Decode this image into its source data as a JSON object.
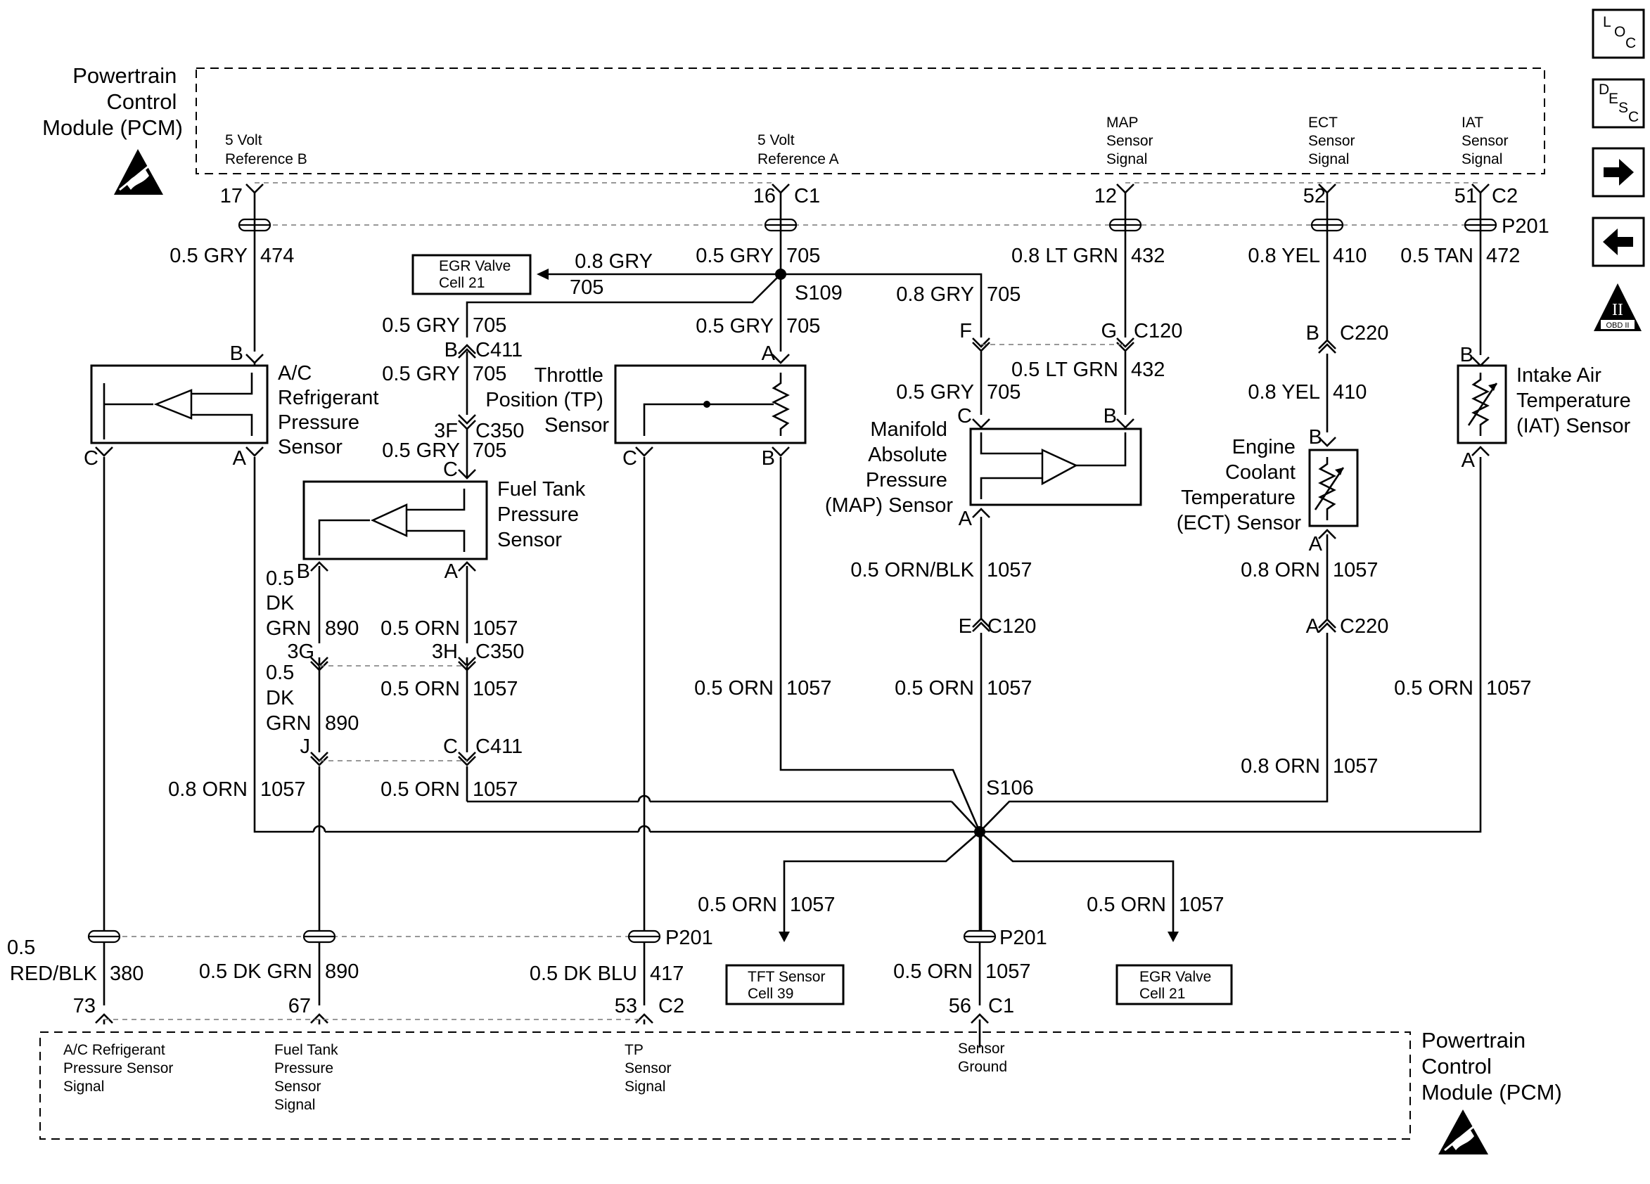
{
  "pcm_top": {
    "title": [
      "Powertrain",
      "Control",
      "Module (PCM)"
    ],
    "pins": [
      {
        "l1": "5 Volt",
        "l2": "Reference B",
        "l3": ""
      },
      {
        "l1": "5 Volt",
        "l2": "Reference A",
        "l3": ""
      },
      {
        "l1": "MAP",
        "l2": "Sensor",
        "l3": "Signal"
      },
      {
        "l1": "ECT",
        "l2": "Sensor",
        "l3": "Signal"
      },
      {
        "l1": "IAT",
        "l2": "Sensor",
        "l3": "Signal"
      }
    ],
    "pin_numbers": [
      "17",
      "16",
      "12",
      "52",
      "51"
    ],
    "connectors": [
      "C1",
      "C2"
    ]
  },
  "pcm_bottom": {
    "title": [
      "Powertrain",
      "Control",
      "Module (PCM)"
    ],
    "pins": [
      {
        "l1": "A/C Refrigerant",
        "l2": "Pressure Sensor",
        "l3": "Signal",
        "l4": ""
      },
      {
        "l1": "Fuel Tank",
        "l2": "Pressure",
        "l3": "Sensor",
        "l4": "Signal"
      },
      {
        "l1": "TP",
        "l2": "Sensor",
        "l3": "Signal",
        "l4": ""
      },
      {
        "l1": "Sensor",
        "l2": "Ground",
        "l3": "",
        "l4": ""
      }
    ],
    "pin_numbers": [
      "73",
      "67",
      "53",
      "56"
    ],
    "connectors": [
      "C2",
      "C1"
    ]
  },
  "components": {
    "ac": [
      "A/C",
      "Refrigerant",
      "Pressure",
      "Sensor"
    ],
    "tp": [
      "Throttle",
      "Position (TP)",
      "Sensor"
    ],
    "fuel": [
      "Fuel Tank",
      "Pressure",
      "Sensor"
    ],
    "map": [
      "Manifold",
      "Absolute",
      "Pressure",
      "(MAP) Sensor"
    ],
    "ect": [
      "Engine",
      "Coolant",
      "Temperature",
      "(ECT) Sensor"
    ],
    "iat": [
      "Intake Air",
      "Temperature",
      "(IAT) Sensor"
    ]
  },
  "refs": {
    "egr_top": [
      "EGR Valve",
      "Cell 21"
    ],
    "tft": [
      "TFT Sensor",
      "Cell 39"
    ],
    "egr_bottom": [
      "EGR Valve",
      "Cell 21"
    ]
  },
  "wires": {
    "w474": [
      "0.5 GRY",
      "474"
    ],
    "w705_pcm": [
      "0.5 GRY",
      "705"
    ],
    "w705_egr": [
      "0.8 GRY",
      "705"
    ],
    "w705_f": [
      "0.8 GRY",
      "705"
    ],
    "w705_tp": [
      "0.5 GRY",
      "705"
    ],
    "w705_c411": [
      "0.5 GRY",
      "705"
    ],
    "w705_mid": [
      "0.5 GRY",
      "705"
    ],
    "w705_fuel": [
      "0.5 GRY",
      "705"
    ],
    "w705_map": [
      "0.5 GRY",
      "705"
    ],
    "w432_top": [
      "0.8 LT GRN",
      "432"
    ],
    "w432_low": [
      "0.5 LT GRN",
      "432"
    ],
    "w410_top": [
      "0.8 YEL",
      "410"
    ],
    "w410_low": [
      "0.8 YEL",
      "410"
    ],
    "w472": [
      "0.5 TAN",
      "472"
    ],
    "w890_a": [
      "0.5",
      "DK",
      "GRN",
      "890"
    ],
    "w890_b": [
      "0.5",
      "DK",
      "GRN",
      "890"
    ],
    "w1057_fa": [
      "0.5 ORN",
      "1057"
    ],
    "w1057_fb": [
      "0.5 ORN",
      "1057"
    ],
    "w1057_fc": [
      "0.5 ORN",
      "1057"
    ],
    "w1057_ac": [
      "0.8 ORN",
      "1057"
    ],
    "w1057_map": [
      "0.5 ORN/BLK",
      "1057"
    ],
    "w1057_mapl": [
      "0.5 ORN",
      "1057"
    ],
    "w1057_tp": [
      "0.5 ORN",
      "1057"
    ],
    "w1057_ect": [
      "0.8 ORN",
      "1057"
    ],
    "w1057_ectl": [
      "0.8 ORN",
      "1057"
    ],
    "w1057_iat": [
      "0.5 ORN",
      "1057"
    ],
    "w1057_tft": [
      "0.5 ORN",
      "1057"
    ],
    "w1057_egr": [
      "0.5 ORN",
      "1057"
    ],
    "w1057_gnd": [
      "0.5 ORN",
      "1057"
    ],
    "w380": [
      "0.5",
      "RED/BLK",
      "380"
    ],
    "w890_bot": [
      "0.5 DK GRN",
      "890"
    ],
    "w417": [
      "0.5 DK BLU",
      "417"
    ]
  },
  "pin_letters": {
    "ac_b": "B",
    "ac_c": "C",
    "ac_a": "A",
    "tp_a": "A",
    "tp_c": "C",
    "tp_b": "B",
    "c411_b": "B",
    "c350_3f": "3F",
    "fuel_c": "C",
    "fuel_b": "B",
    "fuel_a": "A",
    "c350_3g": "3G",
    "c350_3h": "3H",
    "c411_j": "J",
    "c411_c": "C",
    "c120_f": "F",
    "c120_g": "G",
    "map_c": "C",
    "map_b": "B",
    "map_a": "A",
    "c120_e": "E",
    "c220_b": "B",
    "ect_b": "B",
    "ect_a": "A",
    "c220_a": "A",
    "iat_b": "B",
    "iat_a": "A"
  },
  "connectors": {
    "c411": "C411",
    "c350": "C350",
    "c120": "C120",
    "c220": "C220",
    "p201": "P201",
    "s109": "S109",
    "s106": "S106"
  },
  "side_buttons": {
    "loc": [
      "L",
      "O",
      "C"
    ],
    "desc": [
      "D",
      "E",
      "S",
      "C"
    ],
    "obd": [
      "II",
      "OBD II"
    ]
  }
}
